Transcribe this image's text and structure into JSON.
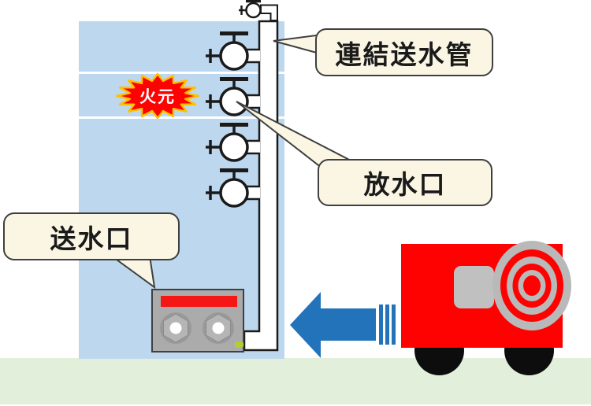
{
  "diagram": {
    "callouts": {
      "standpipe": {
        "label": "連結送水管"
      },
      "discharge_outlet": {
        "label": "放水口"
      },
      "feed_inlet": {
        "label": "送水口"
      }
    },
    "fire_badge": {
      "label": "火元"
    },
    "icons": {
      "fire-burst-icon": "red starburst",
      "roof-valve-icon": "valve circle with tee handle",
      "discharge-outlet-valve-icon": "valve circle with tee handle",
      "standpipe-icon": "white L-shaped riser pipe",
      "hose-coupling-icon": "hex coupling",
      "hose-reel-icon": "concentric gray circles",
      "direction-arrow-icon": "blue left arrow",
      "wheel-icon": "black circle"
    },
    "colors": {
      "building_blue": "#bdd7ee",
      "ground_green": "#e2efda",
      "fire_red": "#fe0202",
      "starburst_border": "#ffc000",
      "callout_fill": "#faf6e3",
      "callout_border": "#3f3f3f",
      "arrow_blue": "#2273b9",
      "pipe_outline": "#1a1a1a",
      "equipment_gray": "#ababab",
      "truck_accent_gray": "#c0c0c0",
      "indicator_green": "#b5cc33"
    }
  }
}
